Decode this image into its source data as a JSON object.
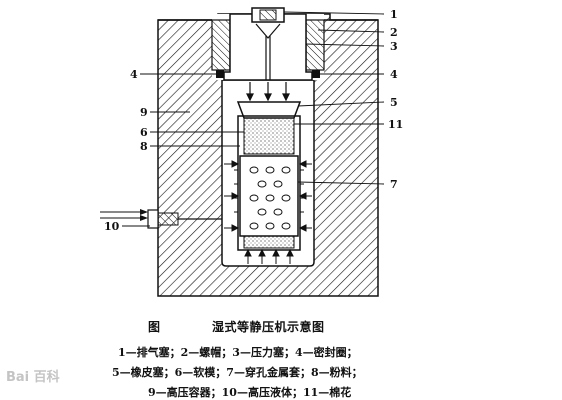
{
  "diagram": {
    "part_numbers": [
      "1",
      "2",
      "3",
      "4",
      "4",
      "5",
      "11",
      "6",
      "8",
      "9",
      "7",
      "10"
    ]
  },
  "caption": {
    "fig": "图",
    "title": "湿式等静压机示意图",
    "line1": "1—排气塞；2—螺帽；3—压力塞；4—密封圈；",
    "line2": "5—橡皮塞；6—软模；7—穿孔金属套；8—粉料；",
    "line3": "9—高压容器；10—高压液体；11—棉花"
  },
  "watermark": "Bai 百科"
}
